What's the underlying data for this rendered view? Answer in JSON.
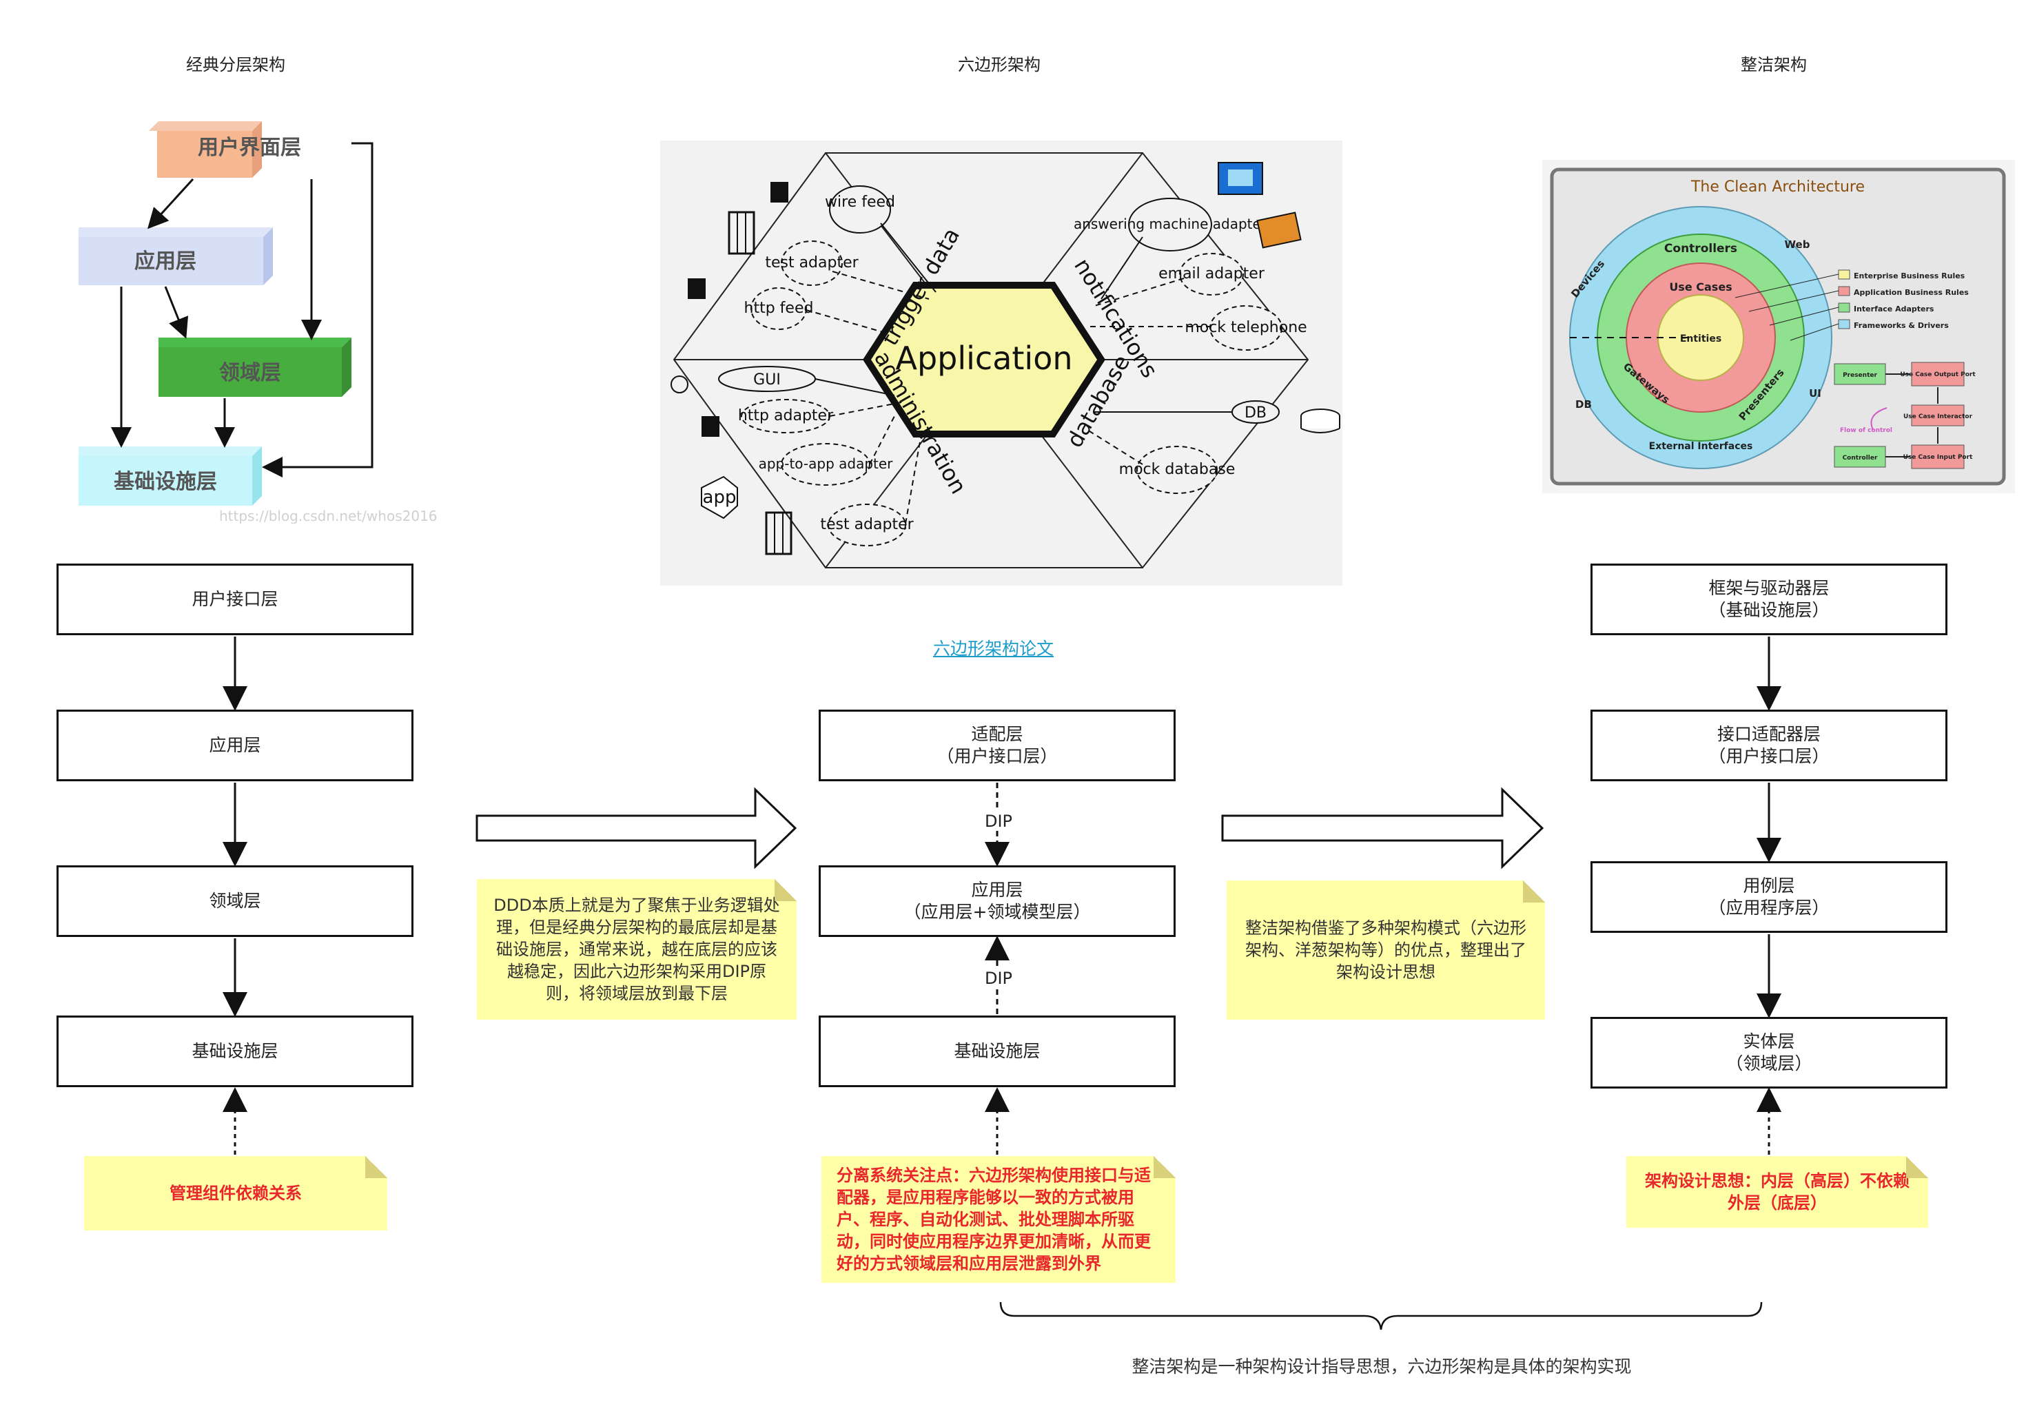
{
  "titles": {
    "classic": "经典分层架构",
    "hexagonal": "六边形架构",
    "clean": "整洁架构"
  },
  "classic_image": {
    "ui_layer": "用户界面层",
    "app_layer": "应用层",
    "domain_layer": "领域层",
    "infra_layer": "基础设施层",
    "watermark": "https://blog.csdn.net/whos2016"
  },
  "hex_image": {
    "application": "Application",
    "trigger_data": "trigger data",
    "notifications": "notifications",
    "administration": "administration",
    "database": "database",
    "wire_feed": "wire feed",
    "test_adapter": "test adapter",
    "http_feed": "http feed",
    "answering_machine_adapter": "answering machine adapter",
    "email_adapter": "email adapter",
    "mock_telephone": "mock telephone",
    "gui": "GUI",
    "http_adapter": "http adapter",
    "app_to_app_adapter": "app-to-app adapter",
    "test_adapter_2": "test adapter",
    "app": "app",
    "db": "DB",
    "mock_database": "mock database"
  },
  "clean_image": {
    "title": "The Clean Architecture",
    "devices": "Devices",
    "web": "Web",
    "controllers": "Controllers",
    "use_cases": "Use Cases",
    "entities": "Entities",
    "gateways": "Gateways",
    "presenters": "Presenters",
    "db": "DB",
    "ui": "UI",
    "external_interfaces": "External Interfaces",
    "legend": [
      "Enterprise Business Rules",
      "Application Business Rules",
      "Interface Adapters",
      "Frameworks & Drivers"
    ],
    "legend_colors": [
      "#f8f3a0",
      "#f29a9a",
      "#8fe08f",
      "#9fdcf2"
    ],
    "flow": {
      "presenter": "Presenter",
      "output_port": "Use Case Output Port",
      "interactor": "Use Case Interactor",
      "flow_of_control": "Flow of control",
      "controller": "Controller",
      "input_port": "Use Case Input Port"
    }
  },
  "col1": {
    "boxes": [
      "用户接口层",
      "应用层",
      "领域层",
      "基础设施层"
    ],
    "note": "管理组件依赖关系"
  },
  "col2": {
    "link": "六边形架构论文",
    "box1_line1": "适配层",
    "box1_line2": "（用户接口层）",
    "box2_line1": "应用层",
    "box2_line2": "（应用层+领域模型层）",
    "box3": "基础设施层",
    "dip1": "DIP",
    "dip2": "DIP",
    "note": "分离系统关注点：六边形架构使用接口与适配器，是应用程序能够以一致的方式被用户、程序、自动化测试、批处理脚本所驱动，同时使应用程序边界更加清晰，从而更好的方式领域层和应用层泄露到外界"
  },
  "col3": {
    "box1_line1": "框架与驱动器层",
    "box1_line2": "（基础设施层）",
    "box2_line1": "接口适配器层",
    "box2_line2": "（用户接口层）",
    "box3_line1": "用例层",
    "box3_line2": "（应用程序层）",
    "box4_line1": "实体层",
    "box4_line2": "（领域层）",
    "note": "架构设计思想：内层（高层）不依赖外层（底层）"
  },
  "mid_notes": {
    "note1": "DDD本质上就是为了聚焦于业务逻辑处理，但是经典分层架构的最底层却是基础设施层，通常来说，越在底层的应该越稳定，因此六边形架构采用DIP原则，将领域层放到最下层",
    "note2": "整洁架构借鉴了多种架构模式（六边形架构、洋葱架构等）的优点，整理出了架构设计思想"
  },
  "bottom_caption": "整洁架构是一种架构设计指导思想，六边形架构是具体的架构实现"
}
